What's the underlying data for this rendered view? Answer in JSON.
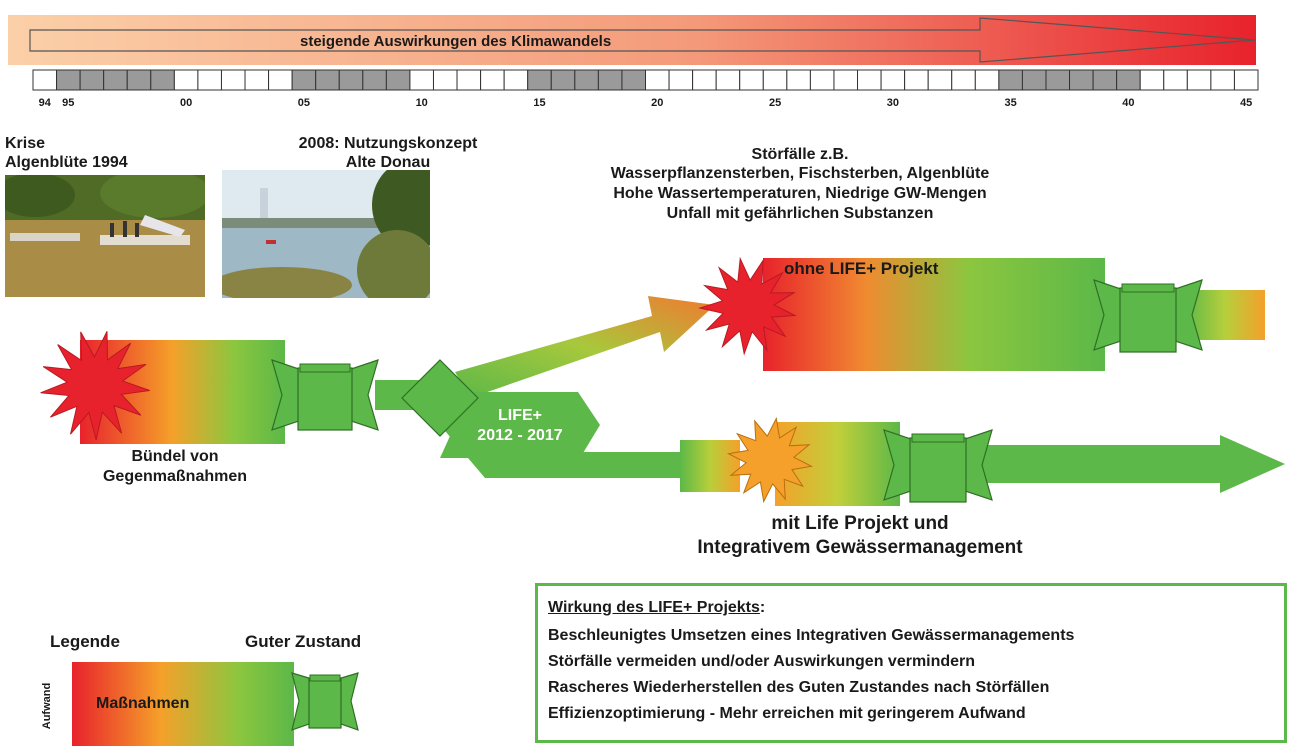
{
  "timeline": {
    "banner": "steigende Auswirkungen des Klimawandels",
    "ticks": [
      "94",
      "95",
      "00",
      "05",
      "10",
      "15",
      "20",
      "25",
      "30",
      "35",
      "40",
      "45"
    ],
    "shaded_years": [
      1995,
      1996,
      1997,
      1998,
      1999,
      2005,
      2006,
      2007,
      2008,
      2009,
      2015,
      2016,
      2017,
      2018,
      2019,
      2035,
      2036,
      2037,
      2038,
      2039,
      2040
    ],
    "colors": {
      "start": "#fbcfa6",
      "end": "#e8222c",
      "shaded": "#9a9a9a"
    }
  },
  "photos": {
    "crisis_caption_line1": "Krise",
    "crisis_caption_line2": "Algenblüte 1994",
    "concept_caption_line1": "2008: Nutzungskonzept",
    "concept_caption_line2": "Alte Donau"
  },
  "incidents": {
    "heading": "Störfälle z.B.",
    "lines": [
      "Wasserpflanzensterben, Fischsterben, Algenblüte",
      "Hohe Wassertemperaturen, Niedrige GW-Mengen",
      "Unfall mit gefährlichen Substanzen"
    ]
  },
  "flow": {
    "bundle_line1": "Bündel von",
    "bundle_line2": "Gegenmaßnahmen",
    "life_line1": "LIFE+",
    "life_line2": "2012 - 2017",
    "without_label": "ohne LIFE+ Projekt",
    "with_line1": "mit Life Projekt und",
    "with_line2": "Integrativem Gewässermanagement"
  },
  "legend": {
    "title": "Legende",
    "good_state": "Guter Zustand",
    "measures": "Maßnahmen",
    "effort": "Aufwand"
  },
  "effects": {
    "heading": "Wirkung des LIFE+ Projekts",
    "colon": ":",
    "items": [
      "Beschleunigtes Umsetzen eines Integrativen Gewässermanagements",
      "Störfälle vermeiden und/oder Auswirkungen vermindern",
      "Rascheres Wiederherstellen des Guten Zustandes nach Störfällen",
      "Effizienzoptimierung - Mehr erreichen mit geringerem Aufwand"
    ]
  },
  "colors": {
    "green": "#5cb848",
    "red": "#e8222c",
    "orange": "#f5a02a",
    "border": "#4a9a3a"
  }
}
